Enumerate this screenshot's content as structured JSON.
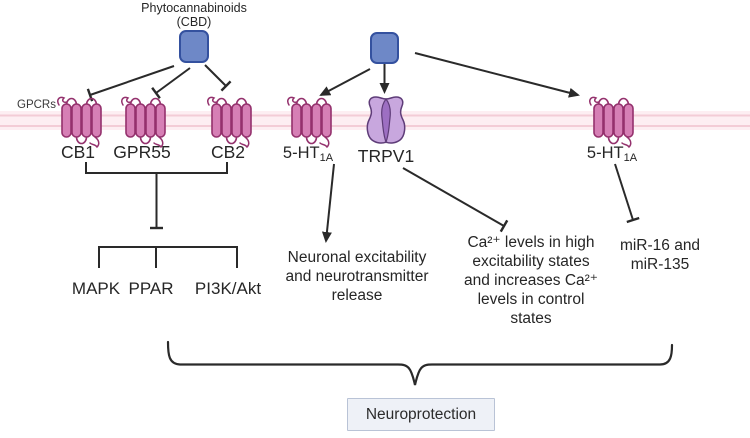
{
  "title": {
    "line1": "Phytocannabinoids",
    "line2": "(CBD)"
  },
  "membrane": {
    "label": "GPCRs"
  },
  "receptors": {
    "cb1": {
      "label": "CB1"
    },
    "gpr55": {
      "label": "GPR55"
    },
    "cb2": {
      "label": "CB2"
    },
    "ht1a_left": {
      "main": "5-HT",
      "sub": "1A"
    },
    "trpv1": {
      "label": "TRPV1"
    },
    "ht1a_right": {
      "main": "5-HT",
      "sub": "1A"
    }
  },
  "downstream": {
    "mapk": "MAPK",
    "ppar": "PPAR",
    "pi3k": "PI3K/Akt"
  },
  "outcomes": {
    "neuronal": {
      "lines": [
        "Neuronal excitability",
        "and neurotransmitter",
        "release"
      ]
    },
    "calcium": {
      "lines": [
        "Ca²⁺ levels in high",
        "excitability states",
        "and increases Ca²⁺",
        "levels in control",
        "states"
      ]
    },
    "mir": {
      "lines": [
        "miR-16 and",
        "miR-135"
      ]
    }
  },
  "neuroprotection": {
    "label": "Neuroprotection"
  },
  "icons": {
    "cbd_ligand": "rounded-blue-square",
    "gpcr_receptor": "pink-serpentine-7tm-receptor",
    "trpv1_channel": "purple-ion-channel",
    "inhibition_end": "t-bar",
    "activation_end": "arrowhead",
    "brace": "curly-brace-down"
  },
  "colors": {
    "line": "#2a2a2a",
    "text": "#262626",
    "ligand_fill": "#6e88c7",
    "ligand_stroke": "#34519f",
    "receptor_fill": "#d67fb5",
    "receptor_stroke": "#94316d",
    "trpv1_fill": "#c8a7de",
    "trpv1_channel": "#9d6fc2",
    "trpv1_stroke": "#5e3c78",
    "membrane_fill": "#fdeef2",
    "membrane_line": "#f3ccd6",
    "box_fill": "#eef1f7",
    "box_stroke": "#b9c3d6"
  }
}
